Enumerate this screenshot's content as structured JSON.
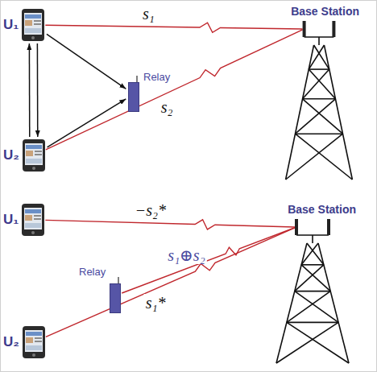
{
  "diagram": {
    "nodes": [
      {
        "text": [
          "U₁"
        ]
      },
      {
        "text": [
          "Base Station"
        ]
      },
      {
        "text": [
          "Relay"
        ]
      },
      {
        "text": [
          "U₂"
        ]
      },
      {
        "text": [
          "U₁"
        ]
      },
      {
        "text": [
          "Base Station"
        ]
      },
      {
        "text": [
          "Relay"
        ]
      },
      {
        "text": [
          "U₂"
        ]
      }
    ],
    "edges": [
      {
        "from": 0,
        "to": 1,
        "label": "s₁",
        "arrow": "none"
      },
      {
        "from": 3,
        "to": 1,
        "label": "s₂",
        "arrow": "none"
      },
      {
        "from": 0,
        "to": 3,
        "arrow": "to"
      },
      {
        "from": 3,
        "to": 0,
        "arrow": "to"
      },
      {
        "from": 0,
        "to": 2,
        "arrow": "to"
      },
      {
        "from": 3,
        "to": 2,
        "arrow": "to"
      },
      {
        "from": 4,
        "to": 5,
        "label": "−s₂*",
        "arrow": "none"
      },
      {
        "from": 6,
        "to": 5,
        "label": "s₁⊕s₂",
        "arrow": "none"
      },
      {
        "from": 7,
        "to": 5,
        "label": "s₁*",
        "arrow": "none"
      }
    ]
  }
}
